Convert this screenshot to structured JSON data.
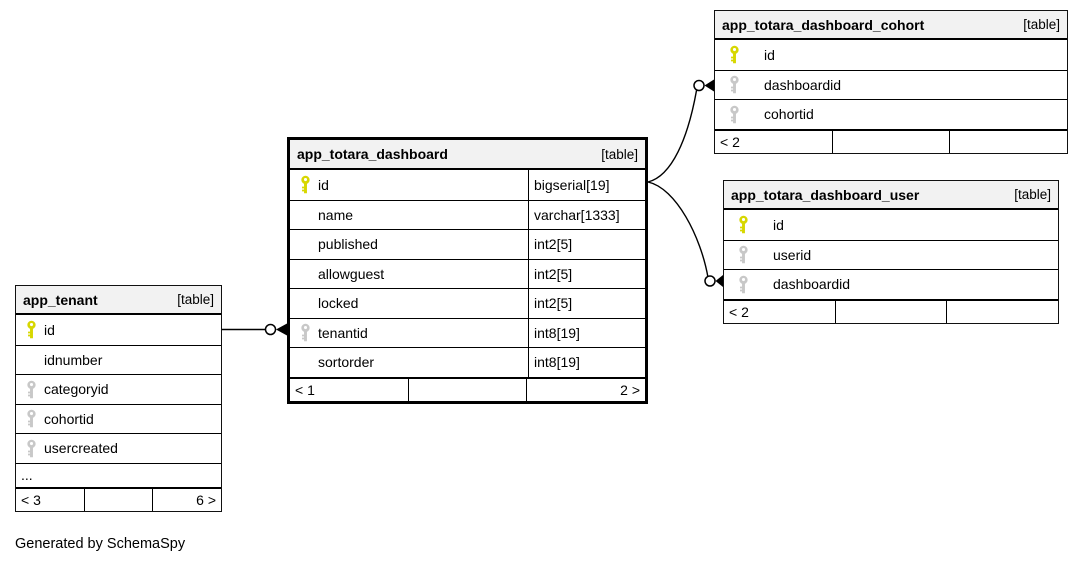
{
  "diagram": {
    "generated_note": "Generated by SchemaSpy",
    "colors": {
      "primary_key": "#d7d700",
      "foreign_key": "#c8c8c8",
      "header_bg": "#f2f2f2",
      "border": "#000000"
    }
  },
  "tables": [
    {
      "name": "app_totara_dashboard",
      "tag": "[table]",
      "columns": [
        {
          "name": "id",
          "type": "bigserial[19]",
          "key": "primary"
        },
        {
          "name": "name",
          "type": "varchar[1333]",
          "key": ""
        },
        {
          "name": "published",
          "type": "int2[5]",
          "key": ""
        },
        {
          "name": "allowguest",
          "type": "int2[5]",
          "key": ""
        },
        {
          "name": "locked",
          "type": "int2[5]",
          "key": ""
        },
        {
          "name": "tenantid",
          "type": "int8[19]",
          "key": "foreign"
        },
        {
          "name": "sortorder",
          "type": "int8[19]",
          "key": ""
        }
      ],
      "footer": {
        "left": "< 1",
        "center": "",
        "right": "2 >"
      }
    },
    {
      "name": "app_totara_dashboard_cohort",
      "tag": "[table]",
      "columns": [
        {
          "name": "id",
          "key": "primary"
        },
        {
          "name": "dashboardid",
          "key": "foreign"
        },
        {
          "name": "cohortid",
          "key": "foreign"
        }
      ],
      "footer": {
        "left": "< 2",
        "center": "",
        "right": ""
      }
    },
    {
      "name": "app_totara_dashboard_user",
      "tag": "[table]",
      "columns": [
        {
          "name": "id",
          "key": "primary"
        },
        {
          "name": "userid",
          "key": "foreign"
        },
        {
          "name": "dashboardid",
          "key": "foreign"
        }
      ],
      "footer": {
        "left": "< 2",
        "center": "",
        "right": ""
      }
    },
    {
      "name": "app_tenant",
      "tag": "[table]",
      "columns": [
        {
          "name": "id",
          "key": "primary"
        },
        {
          "name": "idnumber",
          "key": ""
        },
        {
          "name": "categoryid",
          "key": "foreign"
        },
        {
          "name": "cohortid",
          "key": "foreign"
        },
        {
          "name": "usercreated",
          "key": "foreign"
        }
      ],
      "ellipsis": "...",
      "footer": {
        "left": "< 3",
        "center": "",
        "right": "6 >"
      }
    }
  ],
  "relationships": [
    {
      "from": "app_tenant.id",
      "to": "app_totara_dashboard.tenantid"
    },
    {
      "from": "app_totara_dashboard.id",
      "to": "app_totara_dashboard_cohort.dashboardid"
    },
    {
      "from": "app_totara_dashboard.id",
      "to": "app_totara_dashboard_user.dashboardid"
    }
  ]
}
